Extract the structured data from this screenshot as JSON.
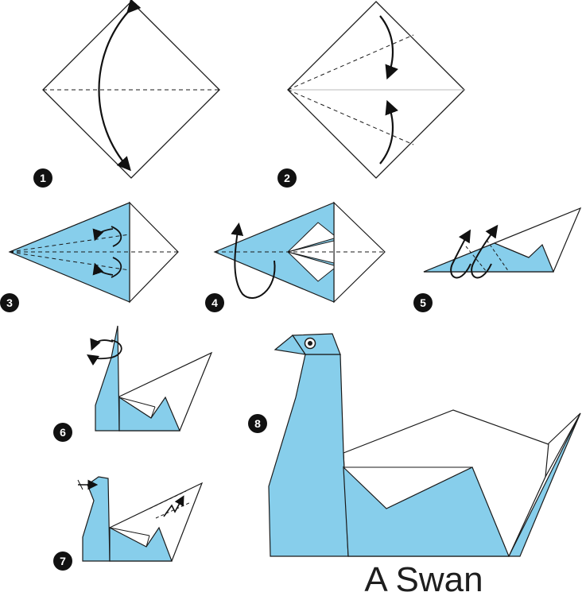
{
  "title": "A Swan",
  "colors": {
    "paper_blue": "#87CEEB",
    "outline": "#1a1a1a",
    "paper_white": "#ffffff",
    "badge": "#111111"
  },
  "steps": [
    {
      "number": "1"
    },
    {
      "number": "2"
    },
    {
      "number": "3"
    },
    {
      "number": "4"
    },
    {
      "number": "5"
    },
    {
      "number": "6"
    },
    {
      "number": "7"
    },
    {
      "number": "8"
    }
  ]
}
